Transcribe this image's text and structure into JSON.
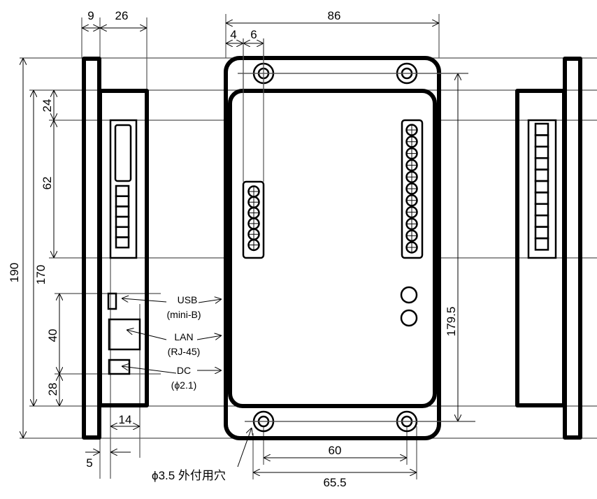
{
  "dimensions": {
    "flange_thickness": "9",
    "body_depth": "26",
    "overall_width": "86",
    "hole_offset_edge": "4",
    "hole_offset_terminal": "6",
    "overall_height": "190",
    "body_height": "170",
    "top_to_panel": "24",
    "panel_height": "62",
    "connector_span": "40",
    "bottom_to_connector": "28",
    "hole_pitch_vertical": "179.5",
    "connector_depth": "14",
    "connector_offset": "5",
    "hole_pitch_horizontal": "60",
    "hole_outer_span": "65.5"
  },
  "labels": {
    "usb": "USB",
    "usb_type": "(mini-B)",
    "lan": "LAN",
    "lan_type": "(RJ-45)",
    "dc": "DC",
    "dc_type": "(ϕ2.1)",
    "mount_hole": "ϕ3.5 外付用穴"
  }
}
